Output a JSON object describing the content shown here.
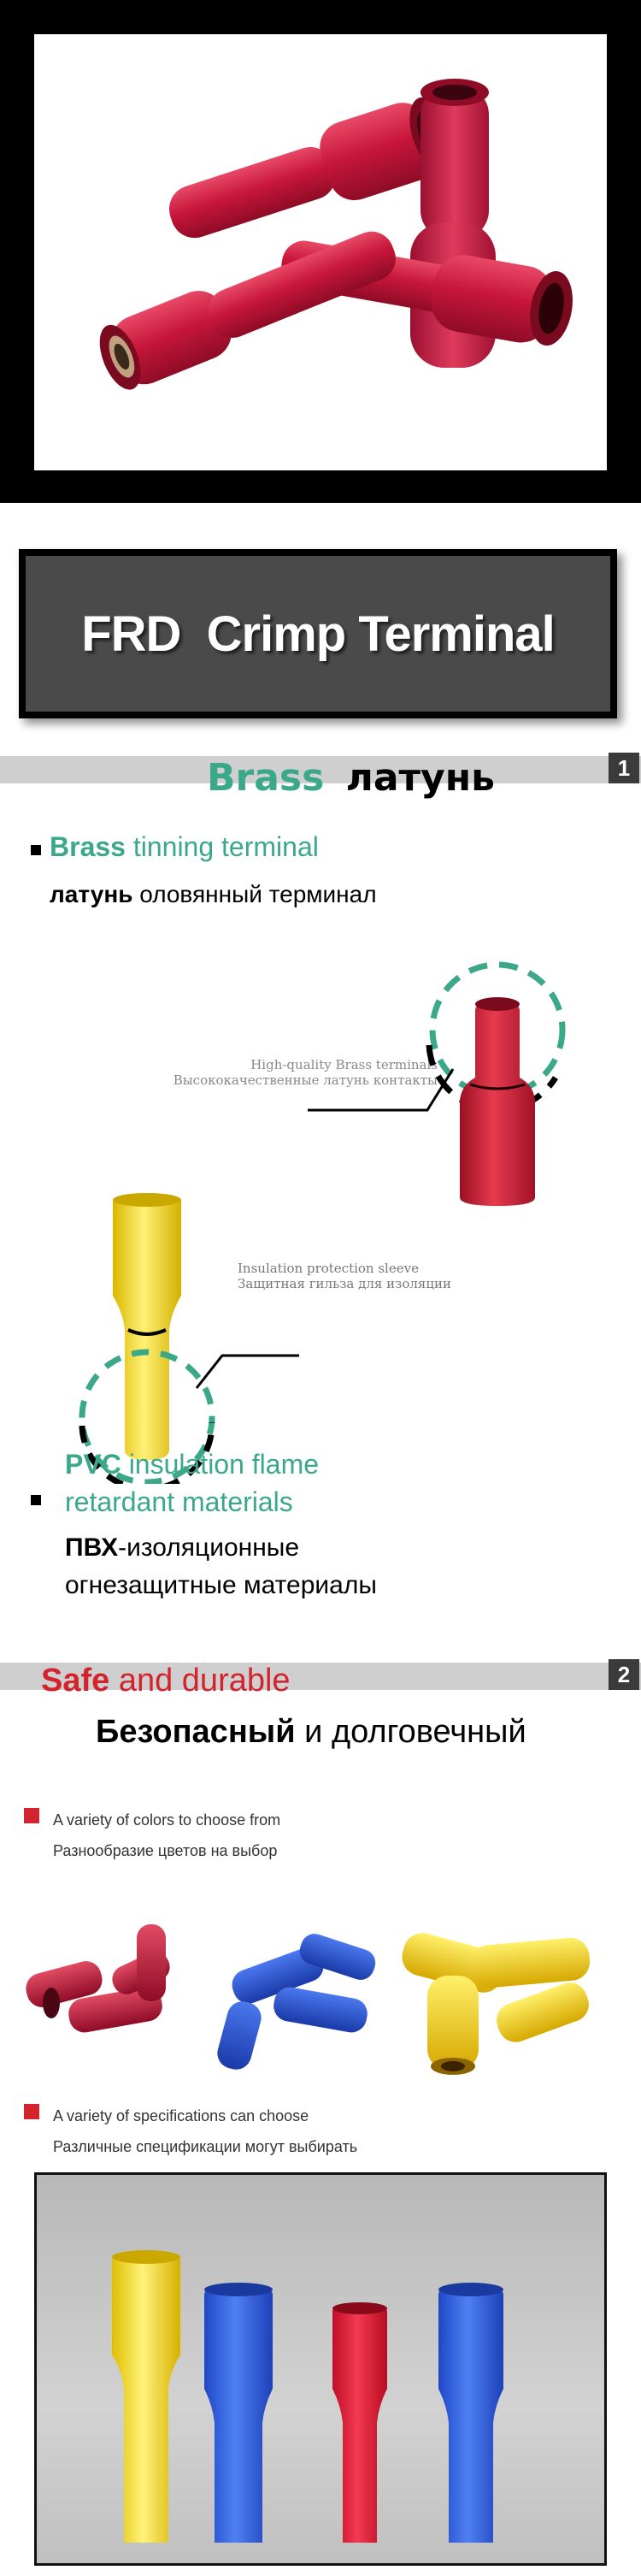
{
  "banner": {
    "title": "FRD  Crimp Terminal"
  },
  "section1": {
    "badge": "1",
    "heading_en": "Brass",
    "heading_ru": "латунь",
    "bullet1_en_bold": "Brass",
    "bullet1_en_rest": "tinning terminal",
    "bullet1_ru_bold": "латунь",
    "bullet1_ru_rest": "оловянный терминал",
    "callout1_en": "High-quality Brass terminals",
    "callout1_ru": "Высококачественные латунь контакты",
    "callout2_en": "Insulation protection sleeve",
    "callout2_ru": "Защитная гильза для изоляции",
    "bullet2_en_bold": "PVC",
    "bullet2_en_line1": "insulation flame",
    "bullet2_en_line2": "retardant materials",
    "bullet2_ru_bold": "ПВХ",
    "bullet2_ru_line1": "-изоляционные",
    "bullet2_ru_line2": "огнезащитные материалы"
  },
  "section2": {
    "badge": "2",
    "heading_en_red": "Safe",
    "heading_en_rest": "and durable",
    "heading_ru_bold": "Безопасный",
    "heading_ru_rest": "и долговечный",
    "point1_en": "A variety of colors to choose from",
    "point1_ru": "Разнообразие цветов на выбор",
    "point2_en": "A variety of specifications can choose",
    "point2_ru": "Различные спецификации могут выбирать"
  },
  "colors": {
    "accent_green": "#3aa889",
    "accent_red": "#d3242e",
    "terminal_red": "#d11f3d",
    "terminal_yellow": "#f7df2a",
    "terminal_blue": "#2a58d8"
  }
}
